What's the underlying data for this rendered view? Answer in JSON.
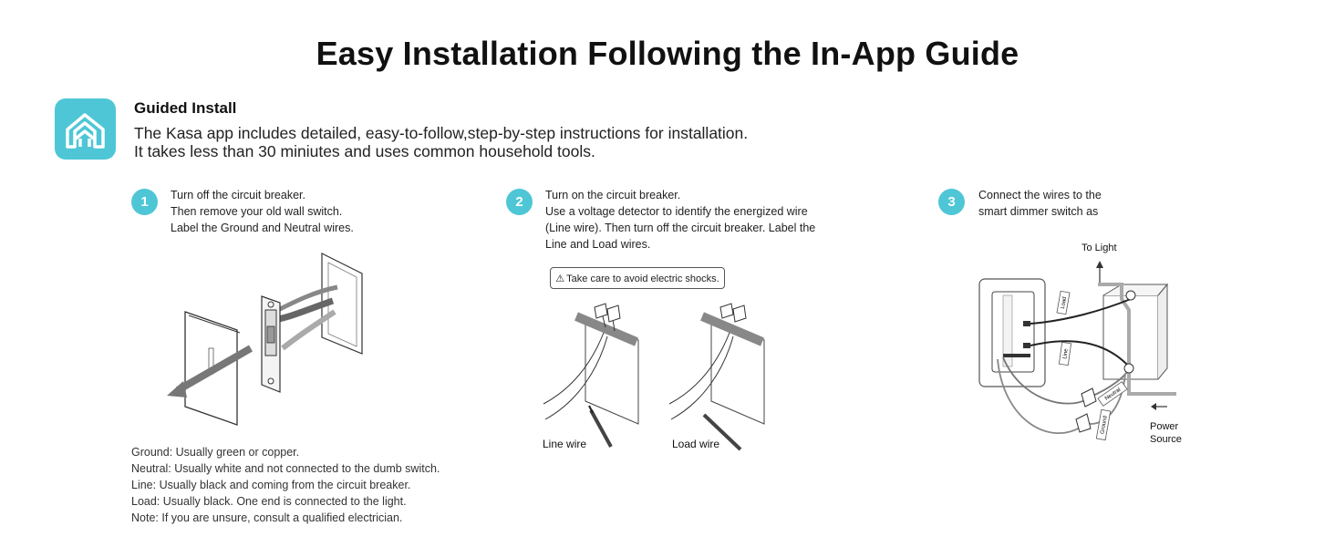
{
  "title": "Easy Installation Following the In-App Guide",
  "guide": {
    "heading": "Guided Install",
    "lines": [
      "The Kasa app includes detailed, easy-to-follow,step-by-step instructions for installation.",
      "It takes less than 30 miniutes and uses common household tools."
    ]
  },
  "steps": [
    {
      "number": "1",
      "lines": [
        "Turn off the circuit breaker.",
        "Then remove your old wall switch.",
        "Label the Ground and Neutral wires."
      ]
    },
    {
      "number": "2",
      "lines": [
        "Turn on the circuit breaker.",
        "Use a voltage detector to identify the energized wire",
        "(Line wire). Then turn off the circuit breaker. Label the",
        "Line and Load wires."
      ],
      "warning": "Take care to avoid electric shocks.",
      "line_wire_label": "Line wire",
      "load_wire_label": "Load wire"
    },
    {
      "number": "3",
      "lines": [
        "Connect the wires to the",
        "smart dimmer switch as"
      ],
      "to_light": "To Light",
      "power_source": [
        "Power",
        "Source"
      ],
      "tag_load": "Load",
      "tag_line": "Line",
      "tag_neutral": "Neutral",
      "tag_ground": "Ground"
    }
  ],
  "notes": [
    "Ground: Usually green or copper.",
    "Neutral: Usually white and not connected to the dumb switch.",
    "Line: Usually black and coming from the circuit breaker.",
    "Load: Usually black. One end is connected to the light.",
    "Note: If you are unsure, consult a qualified electrician."
  ],
  "colors": {
    "accent": "#4ec6d6"
  },
  "icons": {
    "app": "kasa-house-icon",
    "warning": "warning-triangle-icon"
  }
}
